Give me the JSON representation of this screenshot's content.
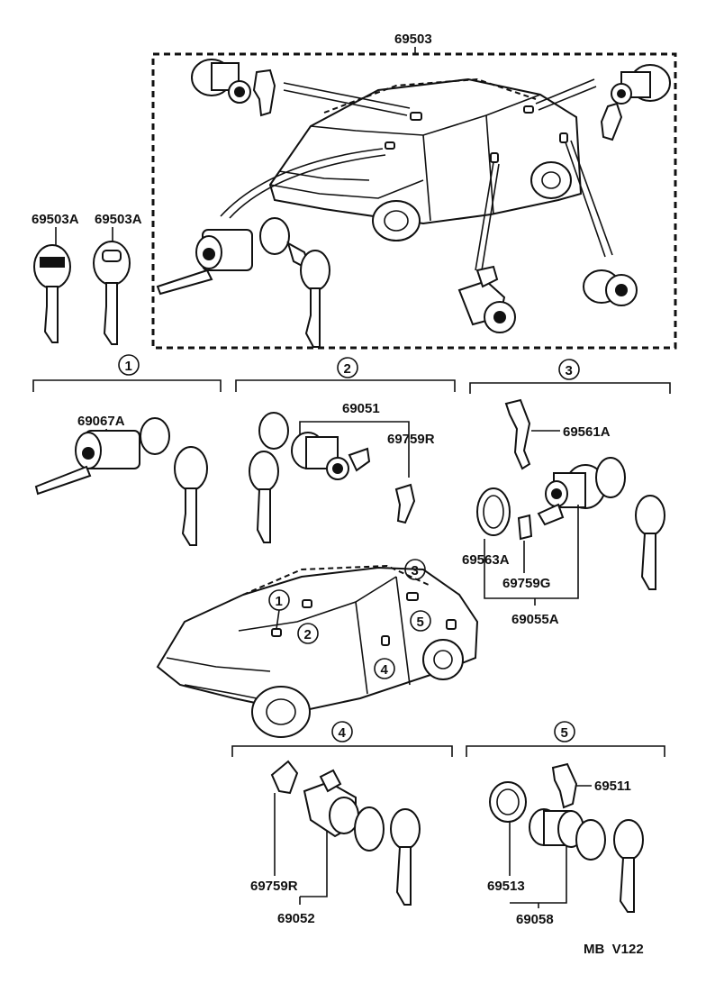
{
  "assembly": {
    "part_no": "69503"
  },
  "spare_keys": {
    "key_a": "69503A",
    "key_b": "69503A"
  },
  "groups": {
    "g1": {
      "number": "1",
      "part_no": "69067A"
    },
    "g2": {
      "number": "2",
      "part_no": "69051",
      "clip": "69759R"
    },
    "g3": {
      "number": "3",
      "lever": "69561A",
      "pad": "69563A",
      "clip": "69759G",
      "part_no": "69055A"
    },
    "g4": {
      "number": "4",
      "clip": "69759R",
      "part_no": "69052"
    },
    "g5": {
      "number": "5",
      "spring": "69511",
      "pad": "69513",
      "part_no": "69058"
    }
  },
  "car_callouts": [
    "1",
    "2",
    "3",
    "4",
    "5"
  ],
  "footer": {
    "code": "MB  V122"
  }
}
